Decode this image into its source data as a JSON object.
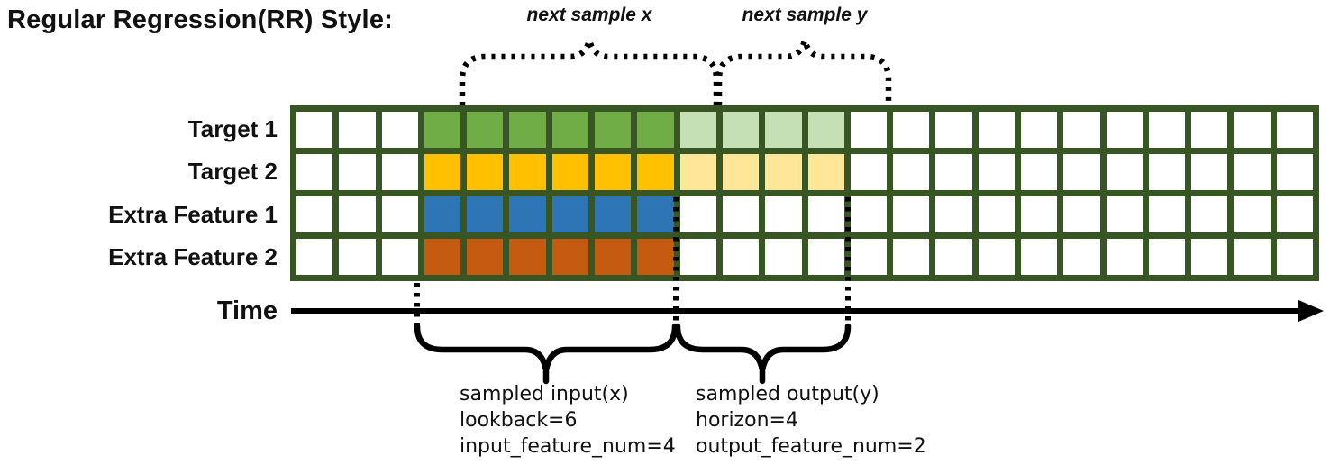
{
  "title": "Regular Regression(RR) Style:",
  "grid": {
    "columns": 24,
    "row_count": 4,
    "input_start_col": 3,
    "lookback": 6,
    "horizon": 4,
    "border_color": "#375623",
    "empty_cell_color": "#FFFFFF"
  },
  "rows": [
    {
      "label": "Target 1",
      "input_color": "#70AD47",
      "output_color": "#C5E0B4"
    },
    {
      "label": "Target 2",
      "input_color": "#FFC000",
      "output_color": "#FFE699"
    },
    {
      "label": "Extra Feature 1",
      "input_color": "#2E75B6",
      "output_color": null
    },
    {
      "label": "Extra Feature 2",
      "input_color": "#C55A11",
      "output_color": null
    }
  ],
  "labels": {
    "next_sample_x": "next sample x",
    "next_sample_y": "next sample y",
    "time": "Time"
  },
  "captions": {
    "input": [
      "sampled input(x)",
      "lookback=6",
      "input_feature_num=4"
    ],
    "output": [
      "sampled output(y)",
      "horizon=4",
      "output_feature_num=2"
    ]
  },
  "colors": {
    "annotation_black": "#000000"
  }
}
